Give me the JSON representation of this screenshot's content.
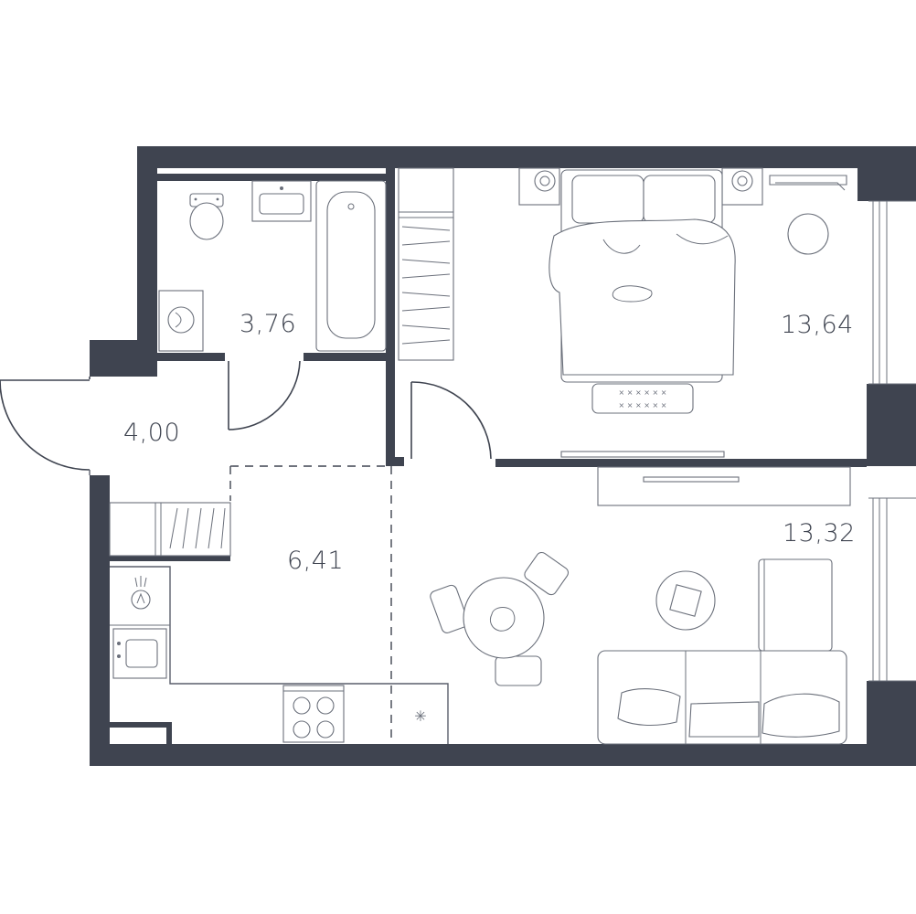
{
  "rooms": {
    "bathroom": {
      "area": "3,76"
    },
    "hall": {
      "area": "4,00"
    },
    "kitchen": {
      "area": "6,41"
    },
    "bedroom": {
      "area": "13,64"
    },
    "living": {
      "area": "13,32"
    }
  },
  "colors": {
    "wall": "#3f4450",
    "line": "#5a5f6b",
    "background": "#ffffff"
  }
}
